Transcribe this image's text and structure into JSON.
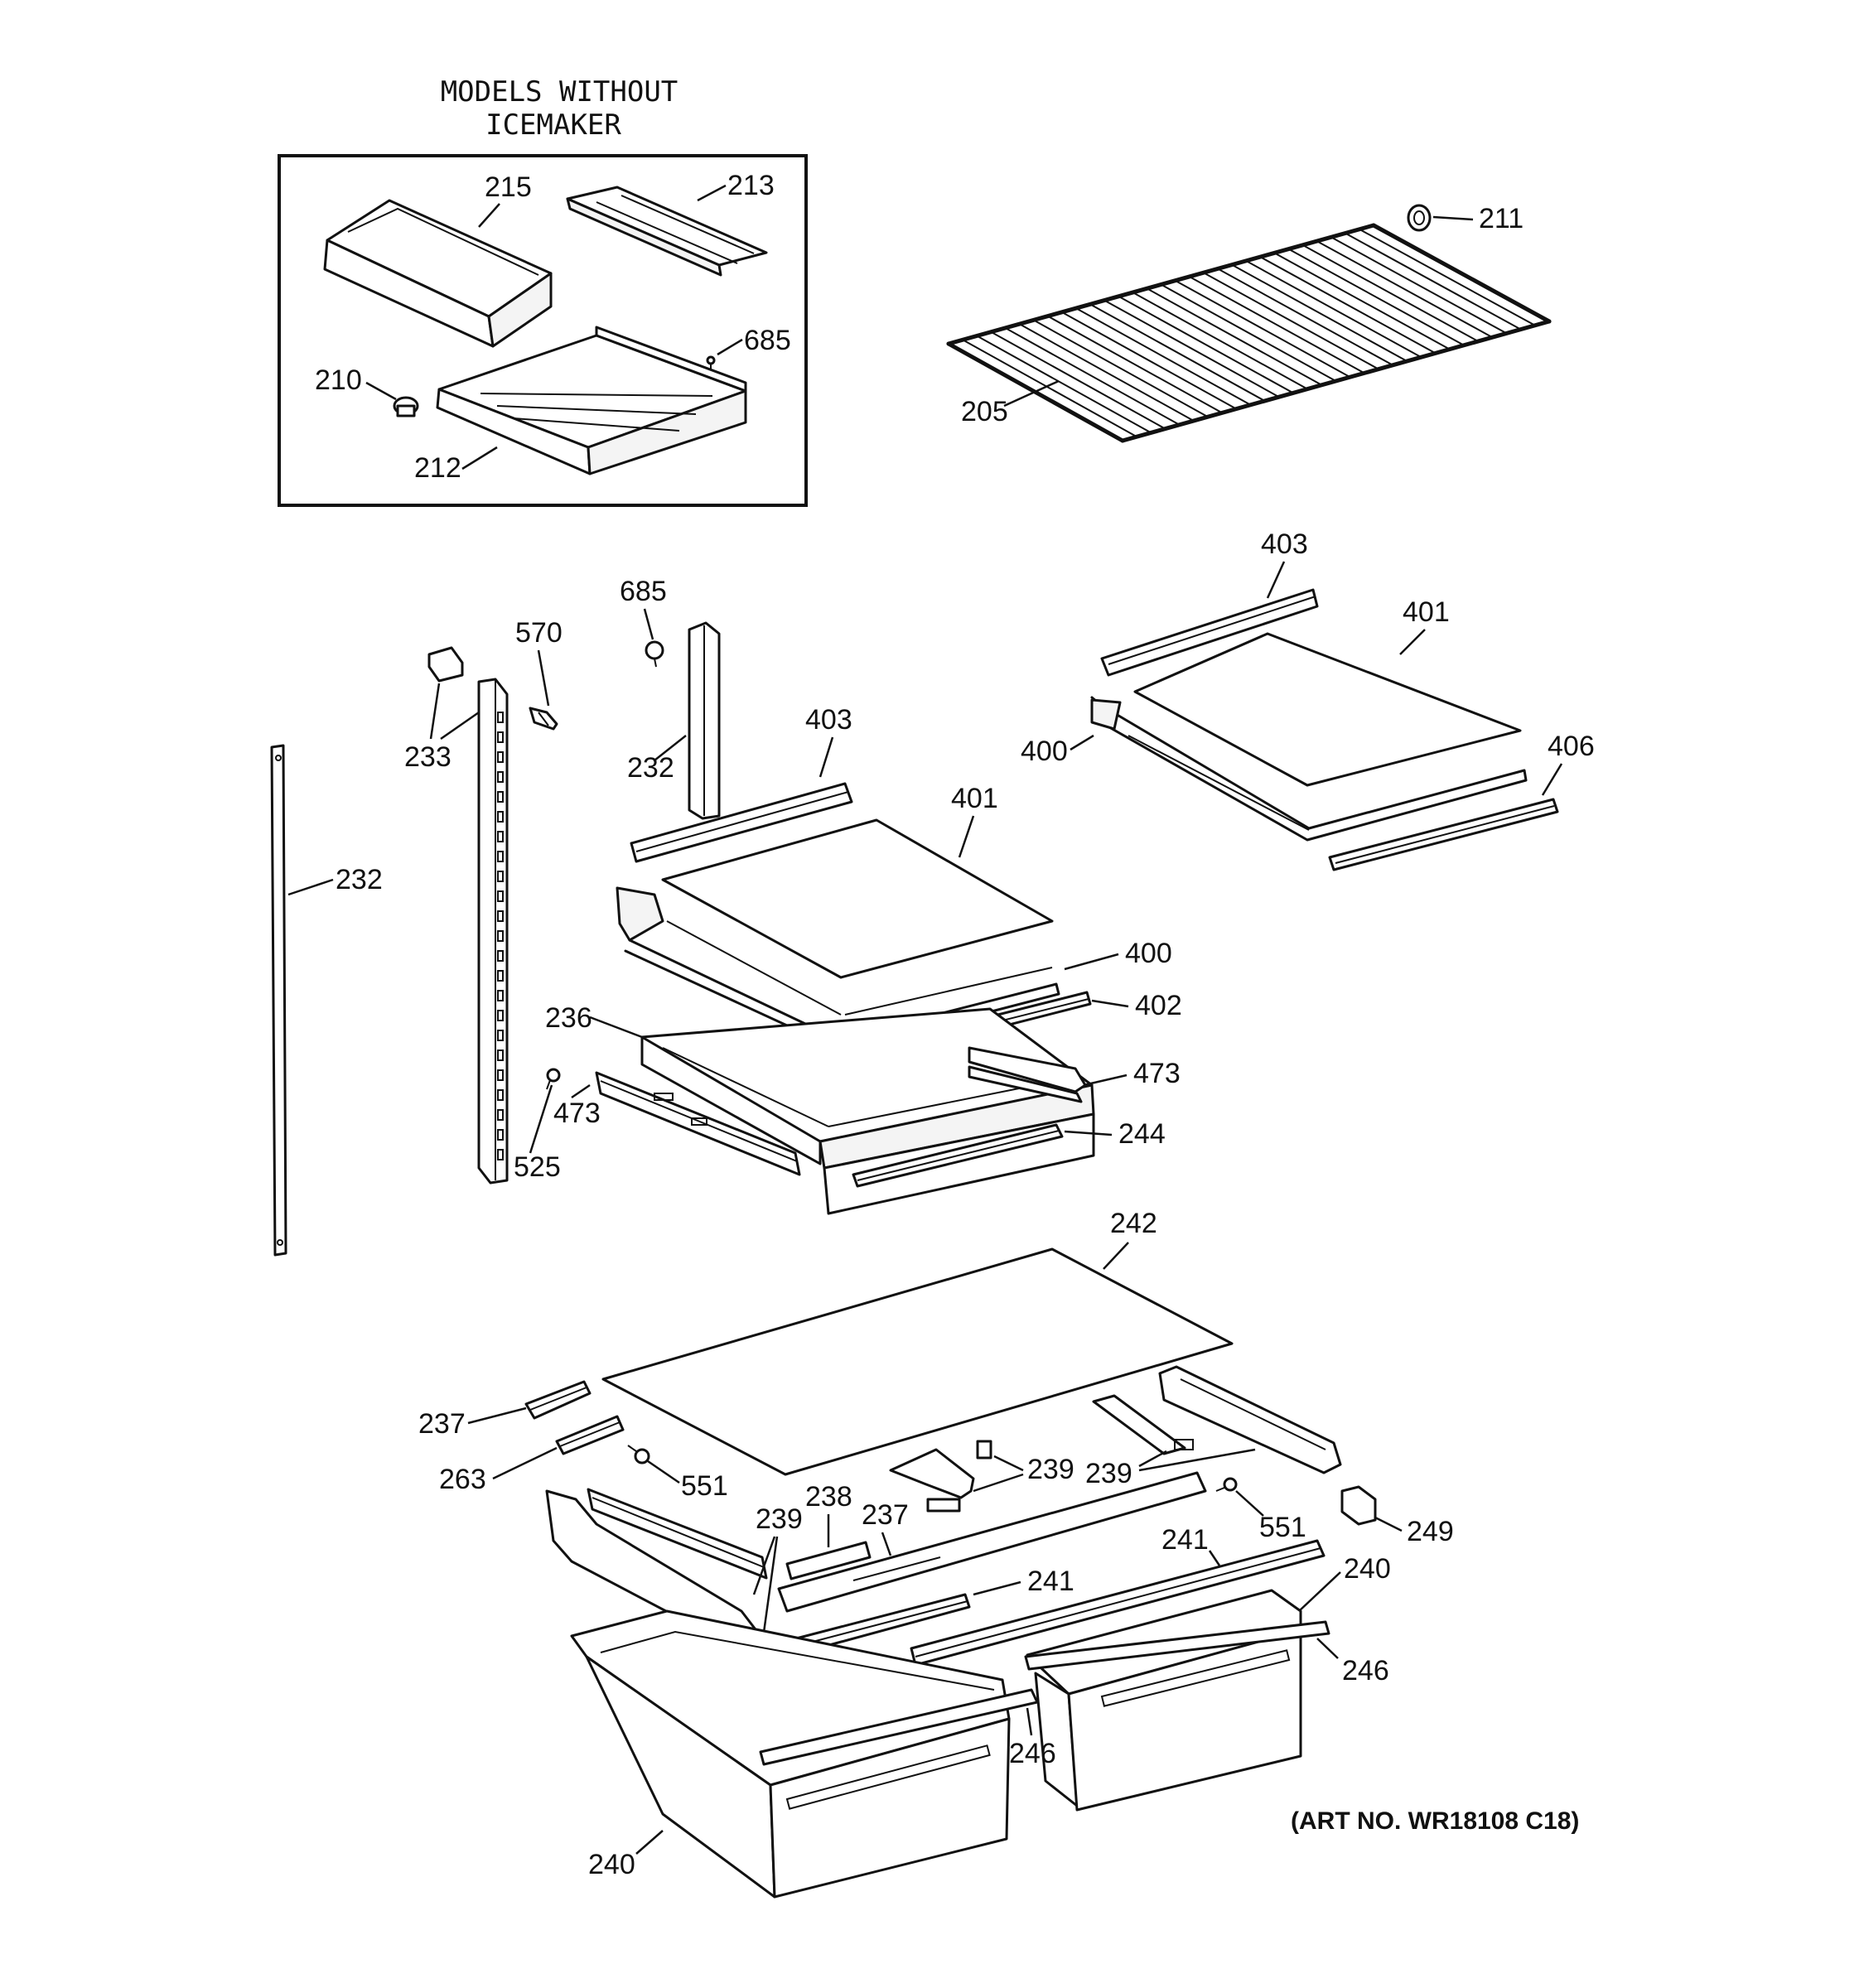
{
  "inset": {
    "title_line1": "MODELS WITHOUT",
    "title_line2": "ICEMAKER"
  },
  "art_number": "(ART NO. WR18108 C18)",
  "callouts": {
    "c215": "215",
    "c213": "213",
    "c685a": "685",
    "c210": "210",
    "c212": "212",
    "c211": "211",
    "c205": "205",
    "c403a": "403",
    "c401a": "401",
    "c400a": "400",
    "c406": "406",
    "c685b": "685",
    "c570": "570",
    "c233": "233",
    "c232a": "232",
    "c232b": "232",
    "c403b": "403",
    "c401b": "401",
    "c400b": "400",
    "c402": "402",
    "c236": "236",
    "c473a": "473",
    "c473b": "473",
    "c525": "525",
    "c244": "244",
    "c242": "242",
    "c237a": "237",
    "c263": "263",
    "c551a": "551",
    "c239a": "239",
    "c239b": "239",
    "c239c": "239",
    "c238": "238",
    "c237b": "237",
    "c241a": "241",
    "c241b": "241",
    "c551b": "551",
    "c249": "249",
    "c240a": "240",
    "c240b": "240",
    "c246a": "246",
    "c246b": "246"
  }
}
